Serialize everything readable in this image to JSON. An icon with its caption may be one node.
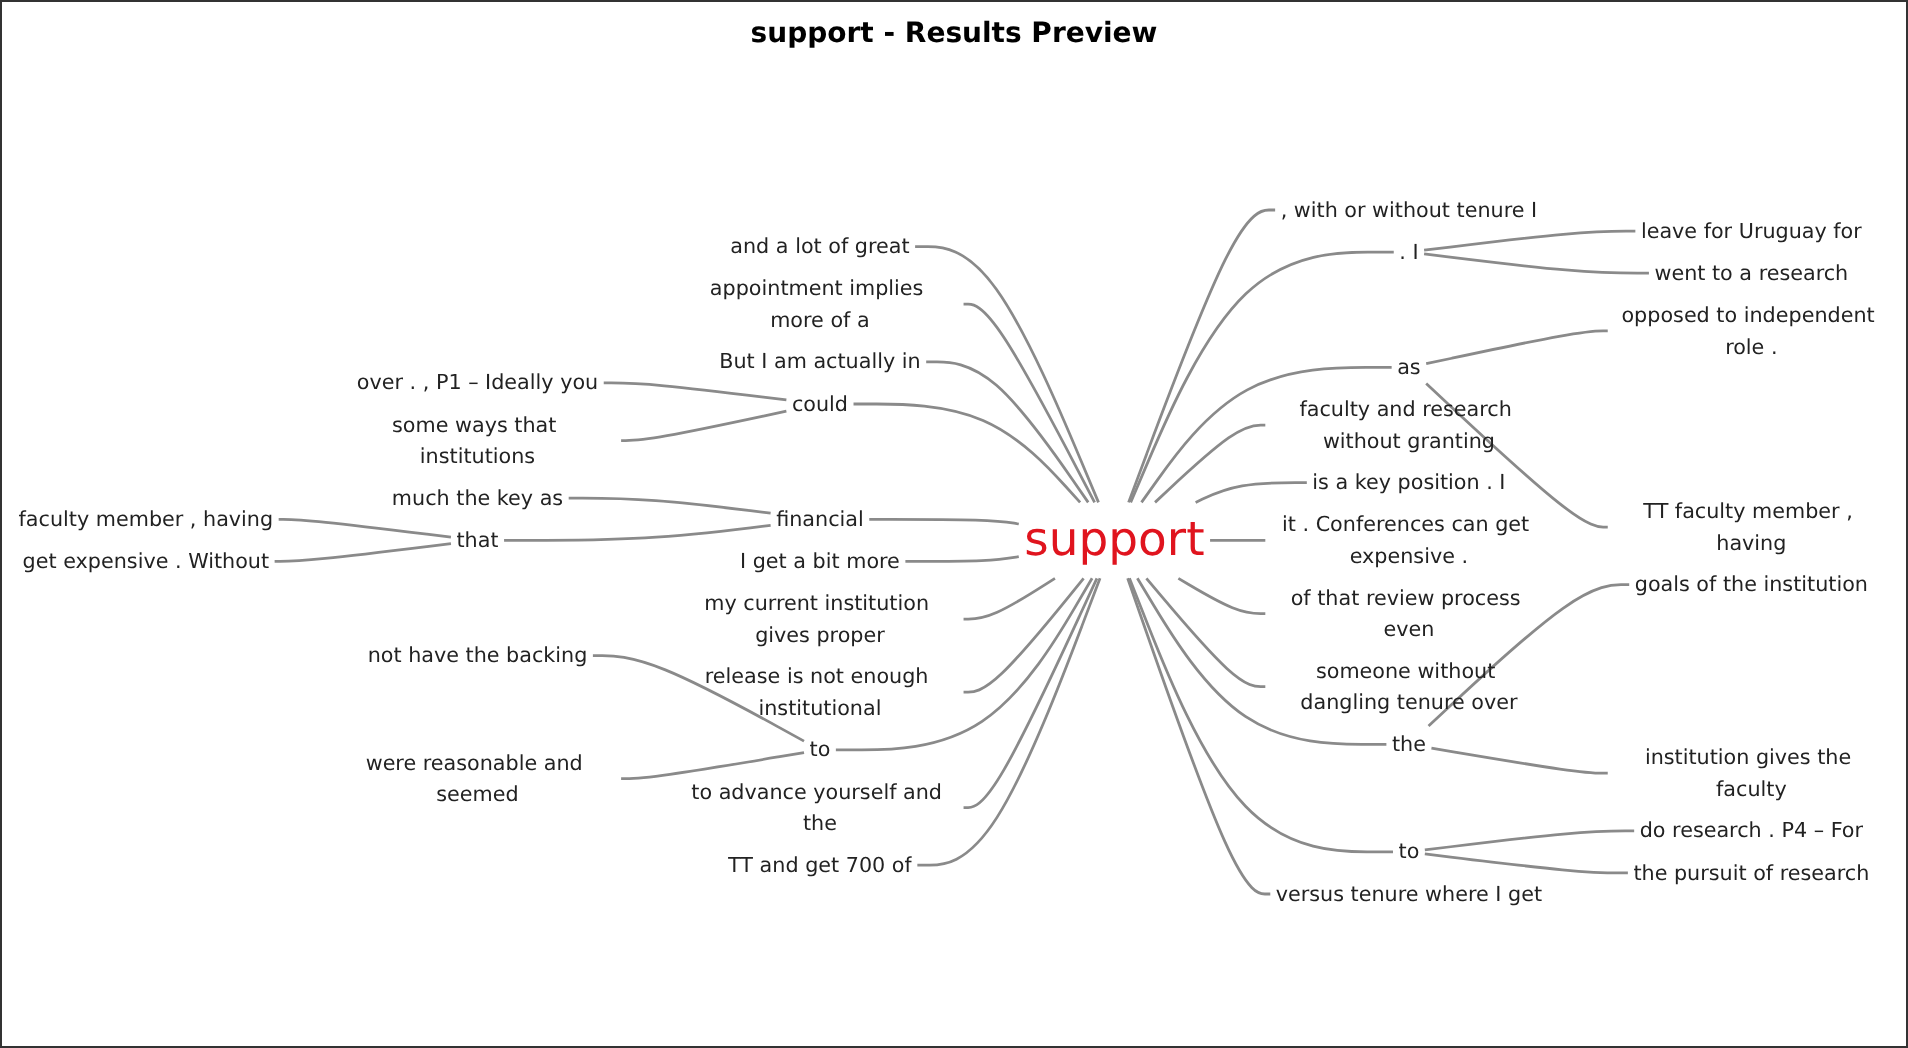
{
  "diagram": {
    "title": "support - Results Preview",
    "nodes": [
      {
        "text": [
          "and a lot of great"
        ]
      },
      {
        "text": [
          "appointment implies more of a"
        ]
      },
      {
        "text": [
          "But I am actually in"
        ]
      },
      {
        "text": [
          "over . , P1 – Ideally you"
        ]
      },
      {
        "text": [
          "some ways that institutions"
        ]
      },
      {
        "text": [
          "could"
        ]
      },
      {
        "text": [
          "much the key as"
        ]
      },
      {
        "text": [
          "faculty member , having"
        ]
      },
      {
        "text": [
          "get expensive . Without"
        ]
      },
      {
        "text": [
          "that"
        ]
      },
      {
        "text": [
          "financial"
        ]
      },
      {
        "text": [
          "I get a bit more"
        ]
      },
      {
        "text": [
          "my current institution gives proper"
        ]
      },
      {
        "text": [
          "release is not enough institutional"
        ]
      },
      {
        "text": [
          "not have the backing"
        ]
      },
      {
        "text": [
          "were reasonable and seemed"
        ]
      },
      {
        "text": [
          "to"
        ]
      },
      {
        "text": [
          "to advance yourself and the"
        ]
      },
      {
        "text": [
          "TT and get 700 of"
        ]
      },
      {
        "text": [
          "support"
        ]
      },
      {
        "text": [
          ", with or without tenure I"
        ]
      },
      {
        "text": [
          ". I"
        ]
      },
      {
        "text": [
          "leave for Uruguay for"
        ]
      },
      {
        "text": [
          "went to a research"
        ]
      },
      {
        "text": [
          "as"
        ]
      },
      {
        "text": [
          "opposed to independent role ."
        ]
      },
      {
        "text": [
          "TT faculty member , having"
        ]
      },
      {
        "text": [
          "faculty and research without granting"
        ]
      },
      {
        "text": [
          "is a key position . I"
        ]
      },
      {
        "text": [
          "it . Conferences can get expensive ."
        ]
      },
      {
        "text": [
          "of that review process even"
        ]
      },
      {
        "text": [
          "someone without dangling tenure over"
        ]
      },
      {
        "text": [
          "the"
        ]
      },
      {
        "text": [
          "goals of the institution"
        ]
      },
      {
        "text": [
          "institution gives the faculty"
        ]
      },
      {
        "text": [
          "to"
        ]
      },
      {
        "text": [
          "do research . P4 – For"
        ]
      },
      {
        "text": [
          "the pursuit of research"
        ]
      },
      {
        "text": [
          "versus tenure where I get"
        ]
      }
    ],
    "edges": [
      {
        "from": 0,
        "to": 19,
        "arrow": "none"
      },
      {
        "from": 1,
        "to": 19,
        "arrow": "none"
      },
      {
        "from": 2,
        "to": 19,
        "arrow": "none"
      },
      {
        "from": 3,
        "to": 5,
        "arrow": "none"
      },
      {
        "from": 4,
        "to": 5,
        "arrow": "none"
      },
      {
        "from": 5,
        "to": 19,
        "arrow": "none"
      },
      {
        "from": 6,
        "to": 10,
        "arrow": "none"
      },
      {
        "from": 7,
        "to": 9,
        "arrow": "none"
      },
      {
        "from": 8,
        "to": 9,
        "arrow": "none"
      },
      {
        "from": 9,
        "to": 10,
        "arrow": "none"
      },
      {
        "from": 10,
        "to": 19,
        "arrow": "none"
      },
      {
        "from": 11,
        "to": 19,
        "arrow": "none"
      },
      {
        "from": 12,
        "to": 19,
        "arrow": "none"
      },
      {
        "from": 13,
        "to": 19,
        "arrow": "none"
      },
      {
        "from": 14,
        "to": 16,
        "arrow": "none"
      },
      {
        "from": 15,
        "to": 16,
        "arrow": "none"
      },
      {
        "from": 16,
        "to": 19,
        "arrow": "none"
      },
      {
        "from": 17,
        "to": 19,
        "arrow": "none"
      },
      {
        "from": 18,
        "to": 19,
        "arrow": "none"
      },
      {
        "from": 19,
        "to": 20,
        "arrow": "none"
      },
      {
        "from": 19,
        "to": 21,
        "arrow": "none"
      },
      {
        "from": 21,
        "to": 22,
        "arrow": "none"
      },
      {
        "from": 21,
        "to": 23,
        "arrow": "none"
      },
      {
        "from": 19,
        "to": 24,
        "arrow": "none"
      },
      {
        "from": 24,
        "to": 25,
        "arrow": "none"
      },
      {
        "from": 24,
        "to": 26,
        "arrow": "none"
      },
      {
        "from": 19,
        "to": 27,
        "arrow": "none"
      },
      {
        "from": 19,
        "to": 28,
        "arrow": "none"
      },
      {
        "from": 19,
        "to": 29,
        "arrow": "none"
      },
      {
        "from": 19,
        "to": 30,
        "arrow": "none"
      },
      {
        "from": 19,
        "to": 31,
        "arrow": "none"
      },
      {
        "from": 19,
        "to": 32,
        "arrow": "none"
      },
      {
        "from": 32,
        "to": 33,
        "arrow": "none"
      },
      {
        "from": 32,
        "to": 34,
        "arrow": "none"
      },
      {
        "from": 19,
        "to": 35,
        "arrow": "none"
      },
      {
        "from": 35,
        "to": 36,
        "arrow": "none"
      },
      {
        "from": 35,
        "to": 37,
        "arrow": "none"
      },
      {
        "from": 19,
        "to": 38,
        "arrow": "none"
      }
    ]
  }
}
